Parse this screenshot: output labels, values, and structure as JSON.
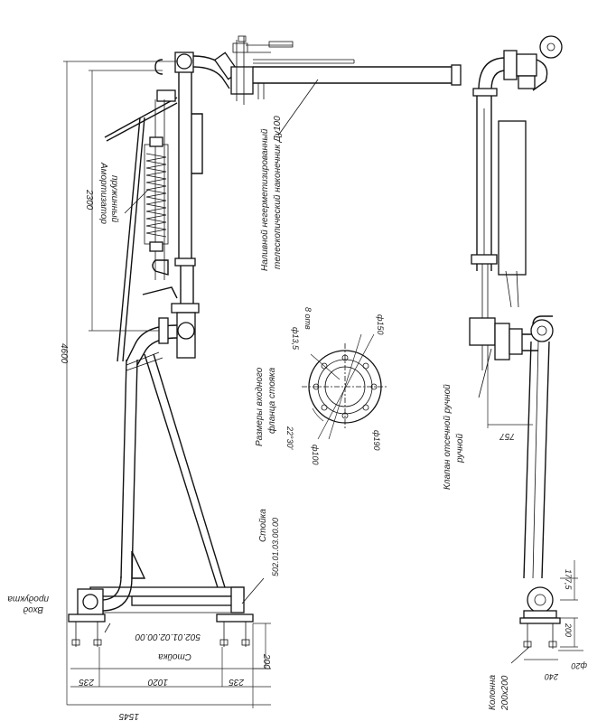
{
  "dimensions": {
    "total_height": "4600",
    "upper_height": "2300",
    "width_total": "1545",
    "width_mid": "1020",
    "width_left": "235",
    "width_right": "235",
    "base_height": "200",
    "right_offset": "757",
    "column_size_1": "177,5",
    "column_size_2": "200",
    "bottom_240": "240",
    "bottom_phi20": "ф20"
  },
  "labels": {
    "inlet_line1": "Вход",
    "inlet_line2": "продукта",
    "stand_bottom_line1": "Стойка",
    "stand_bottom_line2": "502.01.02.00.00",
    "stand_right_line1": "Стойка",
    "stand_right_line2": "502.01.03.00.00",
    "damper_line1": "Амортизатор",
    "damper_line2": "пружинный",
    "arm_line1": "Наливной негерметизированный",
    "arm_line2": "телескопический наконечник Ду100",
    "flange_title_line1": "Размеры входного",
    "flange_title_line2": "фланца стояка",
    "flange_d135": "ф13,5",
    "flange_8holes": "8 отв",
    "flange_d150": "ф150",
    "flange_d100": "ф100",
    "flange_d190": "ф190",
    "flange_angle": "22°30'",
    "valve_line1": "Клапан отсечной ручной",
    "valve_line2": "ручной",
    "column_line1": "Колонна",
    "column_line2": "200х200"
  },
  "colors": {
    "line": "#111111",
    "background": "#ffffff"
  }
}
